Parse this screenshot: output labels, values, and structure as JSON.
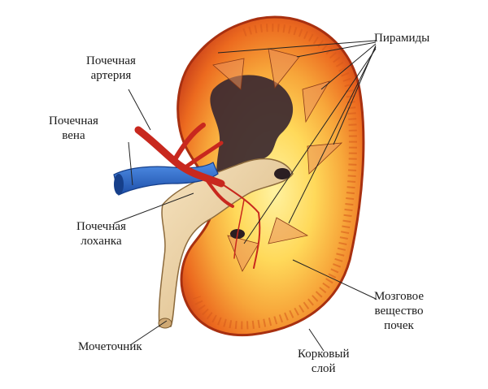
{
  "labels": {
    "renal_artery": [
      "Почечная",
      "артерия"
    ],
    "renal_vein": [
      "Почечная",
      "вена"
    ],
    "renal_pelvis": [
      "Почечная",
      "лоханка"
    ],
    "ureter": [
      "Мочеточник"
    ],
    "pyramids": [
      "Пирамиды"
    ],
    "medulla": [
      "Мозговое",
      "вещество",
      "почек"
    ],
    "cortex": [
      "Корковый",
      "слой"
    ]
  },
  "colors": {
    "cortex_outer": "#e0531a",
    "cortex_mid": "#f2a12e",
    "medulla": "#ffd75a",
    "capsule": "#b53412",
    "sinus_dark": "#3b2830",
    "pelvis": "#ecd4a8",
    "artery": "#c8281e",
    "vein": "#2a68c8",
    "leader": "#222222"
  }
}
